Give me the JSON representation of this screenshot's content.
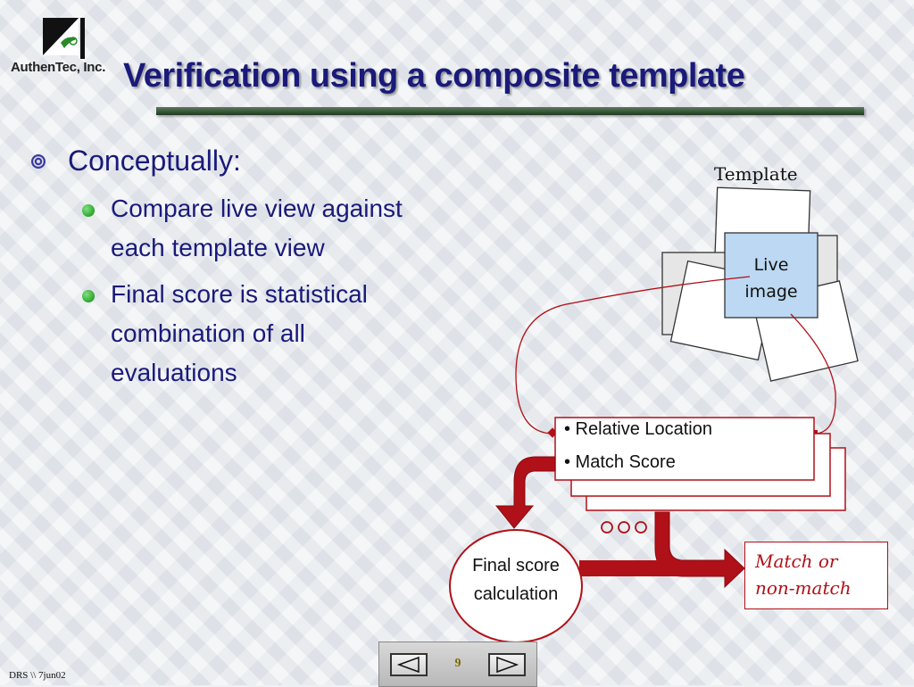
{
  "logo": {
    "company": "AuthenTec, Inc."
  },
  "slide": {
    "title": "Verification using a composite template",
    "bullet_l1": "Conceptually:",
    "bullets_l2": [
      {
        "line1": "Compare live view against",
        "line2": "each template view"
      },
      {
        "line1": "Final score is statistical",
        "line2": "combination of all",
        "line3": "evaluations"
      }
    ]
  },
  "diagram": {
    "template_label": "Template",
    "live_label_line1": "Live",
    "live_label_line2": "image",
    "card_items": [
      "• Relative Location",
      "• Match Score"
    ],
    "ellipsis_circles": 3,
    "final_line1": "Final score",
    "final_line2": "calculation",
    "result_line1": "Match or",
    "result_line2": "non-match"
  },
  "colors": {
    "title": "#1a1a7a",
    "accent_red": "#b01018",
    "bullet_green": "#0a8a0a",
    "live_fill": "#bcd8f2"
  },
  "footer": {
    "text": "DRS \\\\ 7jun02"
  },
  "nav": {
    "page_number": "9",
    "prev_icon": "triangle-left-icon",
    "next_icon": "triangle-right-icon"
  }
}
